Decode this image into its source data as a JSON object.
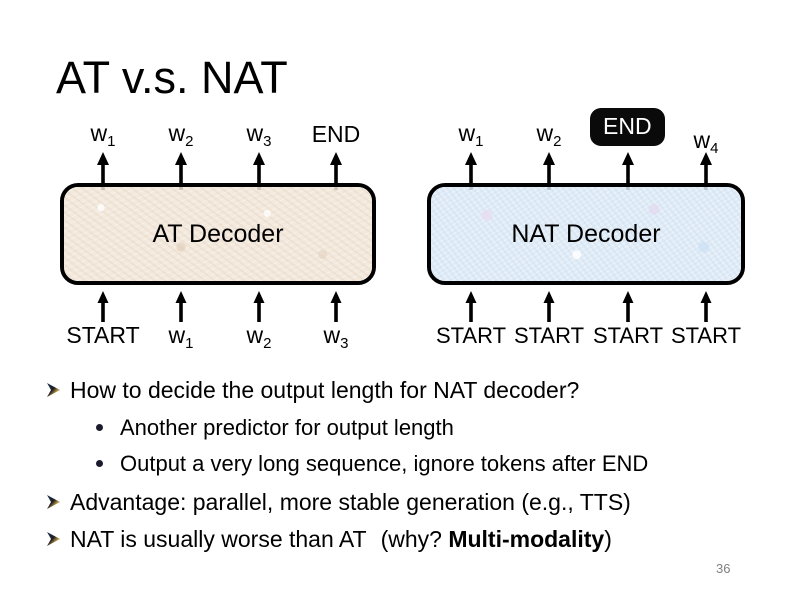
{
  "slide": {
    "title": "AT v.s. NAT",
    "page_number": "36",
    "page_number_color": "#808080",
    "background_color": "#ffffff"
  },
  "diagrams": [
    {
      "id": "at",
      "box_label": "AT Decoder",
      "fill_color": "#f2e6d8",
      "border_color": "#000000",
      "outputs": [
        {
          "text": "w",
          "sub": "1",
          "highlight": false
        },
        {
          "text": "w",
          "sub": "2",
          "highlight": false
        },
        {
          "text": "w",
          "sub": "3",
          "highlight": false
        },
        {
          "text": "END",
          "sub": "",
          "highlight": false
        }
      ],
      "inputs": [
        {
          "text": "START",
          "sub": ""
        },
        {
          "text": "w",
          "sub": "1"
        },
        {
          "text": "w",
          "sub": "2"
        },
        {
          "text": "w",
          "sub": "3"
        }
      ]
    },
    {
      "id": "nat",
      "box_label": "NAT Decoder",
      "fill_color": "#dce9f6",
      "border_color": "#000000",
      "outputs": [
        {
          "text": "w",
          "sub": "1",
          "highlight": false
        },
        {
          "text": "w",
          "sub": "2",
          "highlight": false
        },
        {
          "text": "END",
          "sub": "",
          "highlight": true
        },
        {
          "text": "w",
          "sub": "4",
          "highlight": false
        }
      ],
      "inputs": [
        {
          "text": "START",
          "sub": ""
        },
        {
          "text": "START",
          "sub": ""
        },
        {
          "text": "START",
          "sub": ""
        },
        {
          "text": "START",
          "sub": ""
        }
      ]
    }
  ],
  "bullets": [
    {
      "level": 1,
      "marker": "arrow",
      "parts": [
        {
          "text": "How to decide the output length for NAT decoder?",
          "bold": false
        }
      ]
    },
    {
      "level": 2,
      "marker": "dot",
      "parts": [
        {
          "text": "Another predictor for output length",
          "bold": false
        }
      ]
    },
    {
      "level": 2,
      "marker": "dot",
      "parts": [
        {
          "text": "Output a very long sequence, ignore tokens after END",
          "bold": false
        }
      ]
    },
    {
      "level": 1,
      "marker": "arrow",
      "parts": [
        {
          "text": "Advantage: parallel, more stable generation (e.g., TTS)",
          "bold": false
        }
      ]
    },
    {
      "level": 1,
      "marker": "arrow",
      "parts": [
        {
          "text": "NAT is usually worse than AT",
          "bold": false
        },
        {
          "gap": true
        },
        {
          "text": "(why? ",
          "bold": false
        },
        {
          "text": "Multi-modality",
          "bold": true
        },
        {
          "text": ")",
          "bold": false
        }
      ]
    }
  ]
}
